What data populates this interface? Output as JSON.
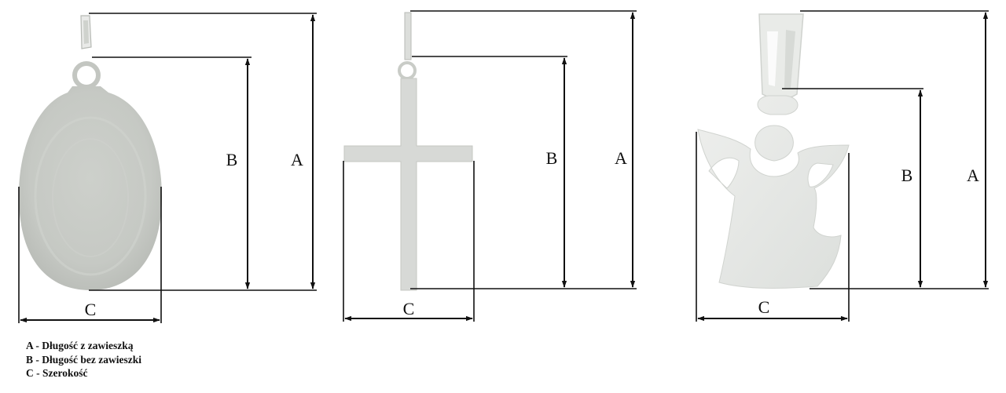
{
  "diagram": {
    "colors": {
      "line": "#111111",
      "metal_oval": "#c9ccc7",
      "metal_cross": "#d9dbd8",
      "metal_angel": "#e6e8e6",
      "highlight": "#f4f5f3"
    },
    "pendants": [
      {
        "id": "oval-medal",
        "shape": "oval",
        "labels": {
          "a": "A",
          "b": "B",
          "c": "C"
        }
      },
      {
        "id": "cross",
        "shape": "cross",
        "labels": {
          "a": "A",
          "b": "B",
          "c": "C"
        }
      },
      {
        "id": "angel",
        "shape": "angel",
        "labels": {
          "a": "A",
          "b": "B",
          "c": "C"
        }
      }
    ]
  },
  "legend": [
    "A - Długość z zawieszką",
    "B - Długość bez zawieszki",
    "C - Szerokość"
  ]
}
